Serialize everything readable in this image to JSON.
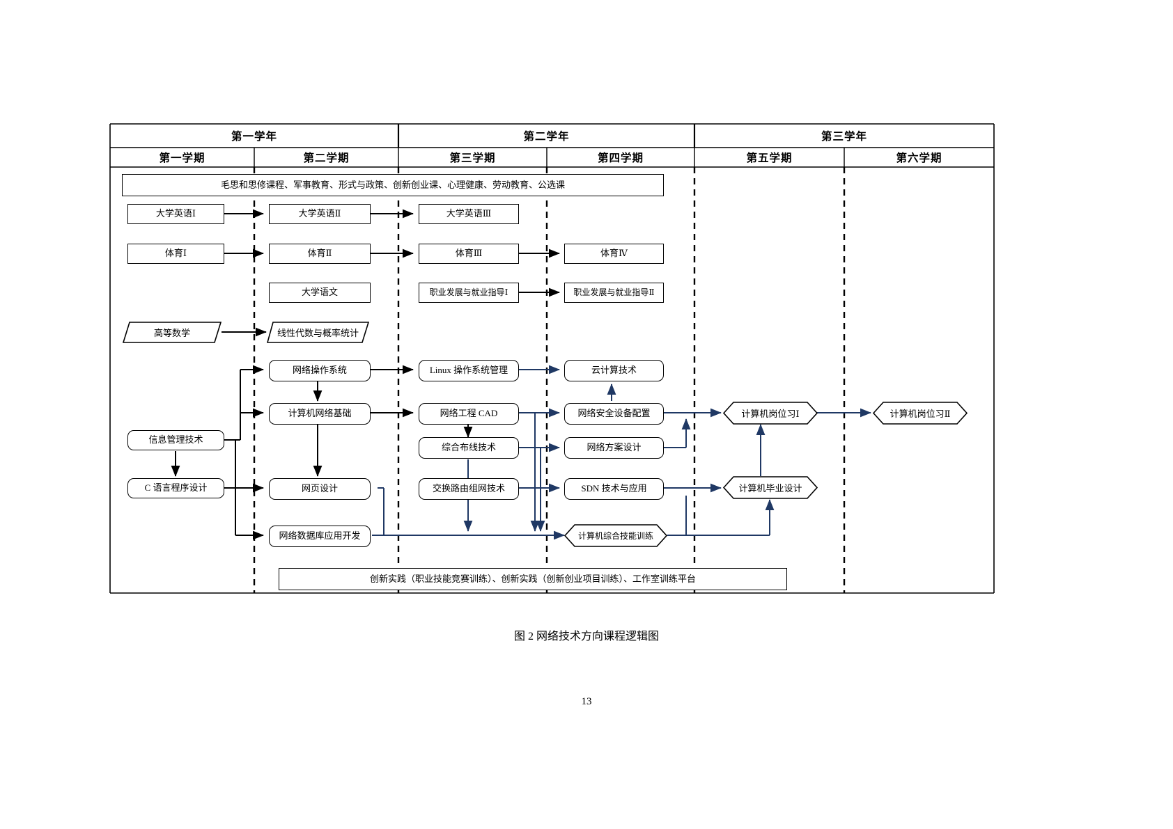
{
  "document": {
    "caption": "图 2 网络技术方向课程逻辑图",
    "page_number": "13"
  },
  "header": {
    "years": [
      {
        "label": "第一学年"
      },
      {
        "label": "第二学年"
      },
      {
        "label": "第三学年"
      }
    ],
    "semesters": [
      {
        "label": "第一学期"
      },
      {
        "label": "第二学期"
      },
      {
        "label": "第三学期"
      },
      {
        "label": "第四学期"
      },
      {
        "label": "第五学期"
      },
      {
        "label": "第六学期"
      }
    ]
  },
  "banners": {
    "top": "毛思和思修课程、军事教育、形式与政策、创新创业课、心理健康、劳动教育、公选课",
    "bottom": "创新实践（职业技能竞赛训练）、创新实践（创新创业项目训练）、工作室训练平台"
  },
  "courses": {
    "english1": "大学英语Ⅰ",
    "english2": "大学英语Ⅱ",
    "english3": "大学英语Ⅲ",
    "pe1": "体育Ⅰ",
    "pe2": "体育Ⅱ",
    "pe3": "体育Ⅲ",
    "pe4": "体育Ⅳ",
    "chinese": "大学语文",
    "career1": "职业发展与就业指导Ⅰ",
    "career2": "职业发展与就业指导Ⅱ",
    "advmath": "高等数学",
    "linalg": "线性代数与概率统计",
    "netos": "网络操作系统",
    "netbasic": "计算机网络基础",
    "infotech": "信息管理技术",
    "clang": "C 语言程序设计",
    "webdesign": "网页设计",
    "netdb": "网络数据库应用开发",
    "linuxmgr": "Linux 操作系统管理",
    "netcad": "网络工程 CAD",
    "cabling": "综合布线技术",
    "switchrouting": "交换路由组网技术",
    "cloud": "云计算技术",
    "netsec": "网络安全设备配置",
    "netplan": "网络方案设计",
    "sdn": "SDN 技术与应用",
    "skilltrain": "计算机综合技能训练",
    "intern1": "计算机岗位习Ⅰ",
    "intern2": "计算机岗位习Ⅱ",
    "graddesign": "计算机毕业设计"
  },
  "colors": {
    "outline": "#000000",
    "arrow_blue": "#1F3864",
    "arrow_black": "#000000",
    "shadow": "#7a7a7a",
    "background": "#ffffff"
  }
}
